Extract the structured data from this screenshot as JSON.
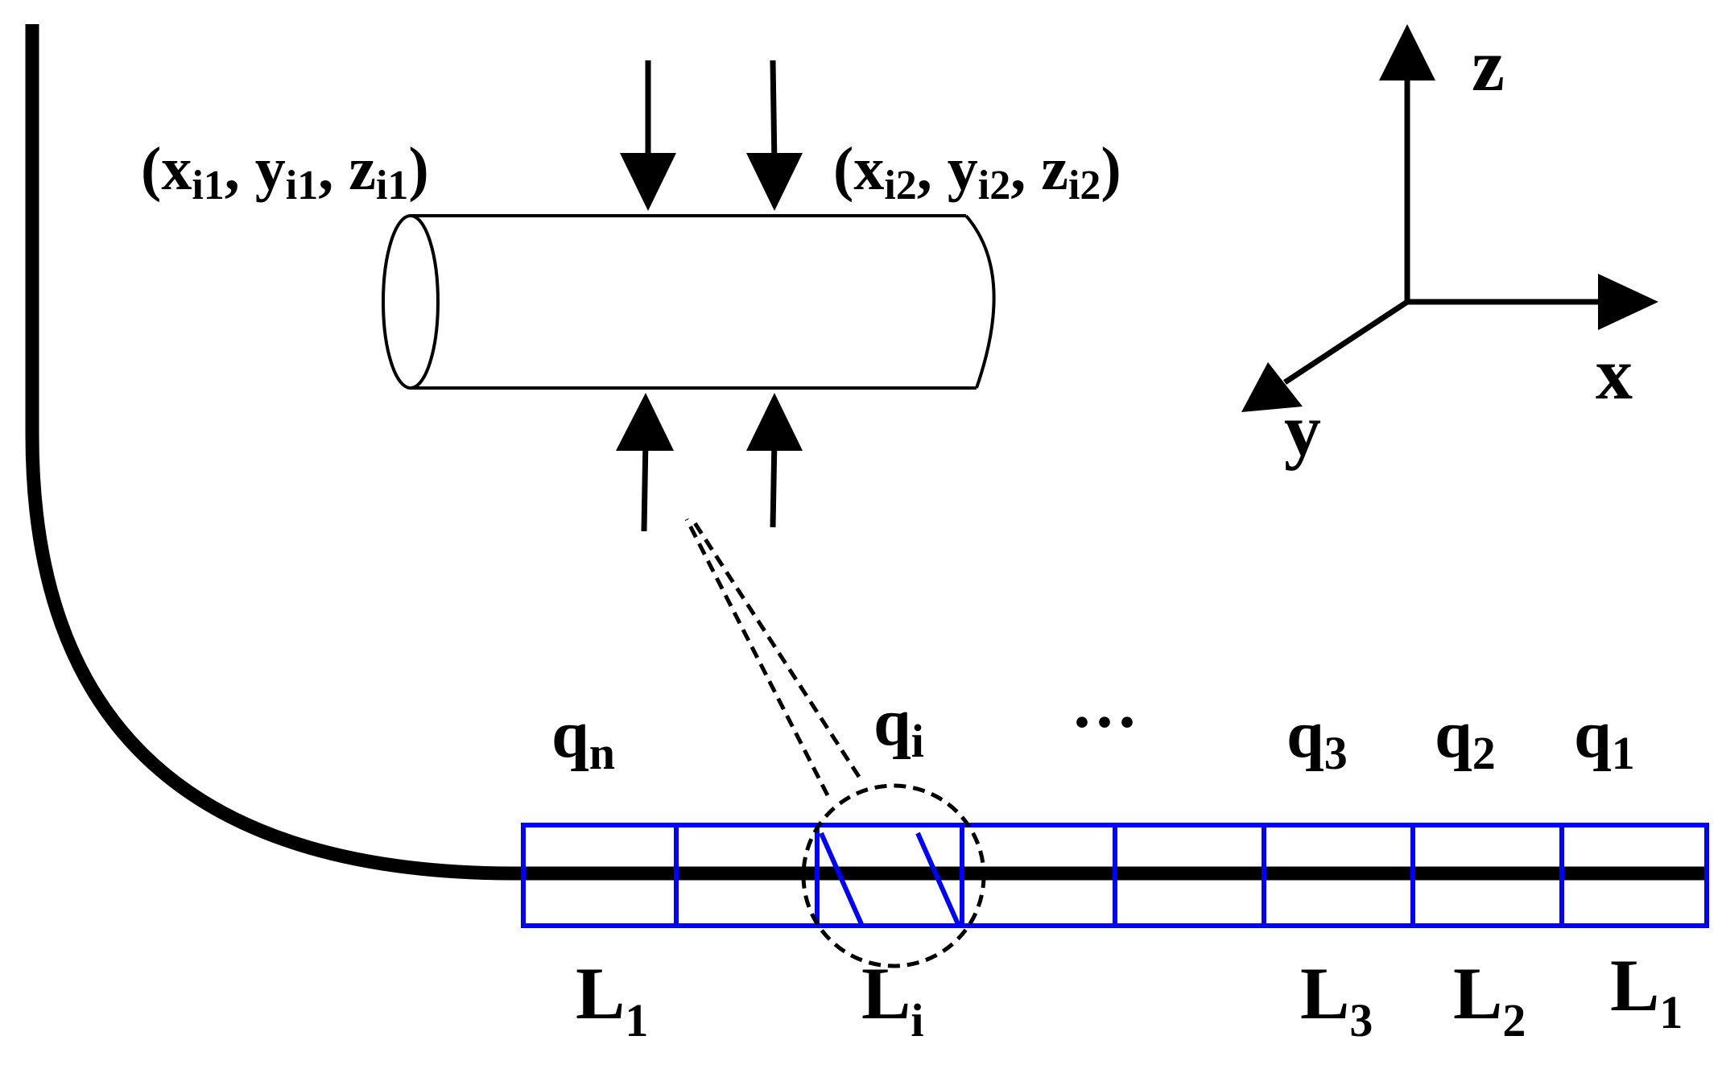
{
  "colors": {
    "line": "#000000",
    "grid": "#0000ff",
    "background": "#ffffff"
  },
  "axes": {
    "z": "z",
    "x": "x",
    "y": "y"
  },
  "endpoints": {
    "left": {
      "open": "(",
      "x": "x",
      "x_sub": "i1",
      "sep1": ", ",
      "y": "y",
      "y_sub": "i1",
      "sep2": ", ",
      "z": "z",
      "z_sub": "i1",
      "close": ")"
    },
    "right": {
      "open": "(",
      "x": "x",
      "x_sub": "i2",
      "sep1": ", ",
      "y": "y",
      "y_sub": "i2",
      "sep2": ", ",
      "z": "z",
      "z_sub": "i2",
      "close": ")"
    }
  },
  "flow_labels": {
    "qn": {
      "base": "q",
      "sub": "n"
    },
    "qi": {
      "base": "q",
      "sub": "i"
    },
    "ellipsis": "···",
    "q3": {
      "base": "q",
      "sub": "3"
    },
    "q2": {
      "base": "q",
      "sub": "2"
    },
    "q1": {
      "base": "q",
      "sub": "1"
    }
  },
  "length_labels": {
    "left_L1": {
      "base": "L",
      "sub": "1"
    },
    "Li": {
      "base": "L",
      "sub": "i"
    },
    "L3": {
      "base": "L",
      "sub": "3"
    },
    "L2": {
      "base": "L",
      "sub": "2"
    },
    "right_L1": {
      "base": "L",
      "sub": "1"
    }
  }
}
